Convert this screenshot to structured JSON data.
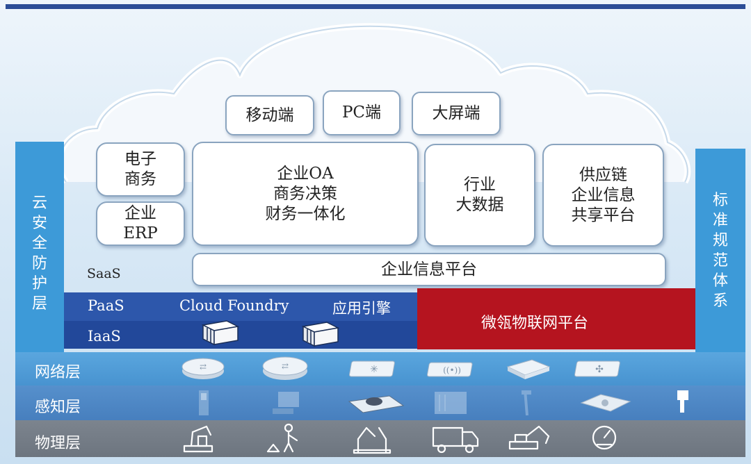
{
  "colors": {
    "side": "#3d9ad8",
    "paas": "#2d57ab",
    "iaas": "#22489a",
    "iot": "#b5141f",
    "network": "#4f9bd6",
    "sensing": "#4d86c6",
    "physical": "#727b86"
  },
  "devices": {
    "endpoints": [
      "移动端",
      "PC端",
      "大屏端"
    ]
  },
  "saas": {
    "label": "SaaS",
    "apps": [
      "电子\n商务",
      "企业\nERP",
      "企业OA\n商务决策\n财务一体化",
      "行业\n大数据",
      "供应链\n企业信息\n共享平台"
    ],
    "platform": "企业信息平台"
  },
  "paas": {
    "label": "PaaS",
    "cloud_foundry": "Cloud Foundry",
    "engine": "应用引擎"
  },
  "iaas": {
    "label": "IaaS"
  },
  "iot_platform": "微瓴物联网平台",
  "left_side": "云安全防护层",
  "right_side": "标准规范体系",
  "layers": {
    "network": "网络层",
    "sensing": "感知层",
    "physical": "物理层"
  },
  "icons": {
    "iaas": [
      "server-rack-icon",
      "server-rack-icon"
    ],
    "network": [
      "router-icon",
      "ipv6-router-icon",
      "switch-icon",
      "wireless-ap-icon",
      "firewall-icon",
      "network-hub-icon"
    ],
    "sensing": [
      "sensor-panel-icon",
      "workstation-icon",
      "scanner-device-icon",
      "server-cabinet-icon",
      "camera-pole-icon",
      "drone-icon",
      "wall-camera-icon"
    ],
    "physical": [
      "robot-arm-icon",
      "worker-icon",
      "industrial-robot-icon",
      "truck-icon",
      "excavator-icon",
      "gauge-icon"
    ]
  }
}
